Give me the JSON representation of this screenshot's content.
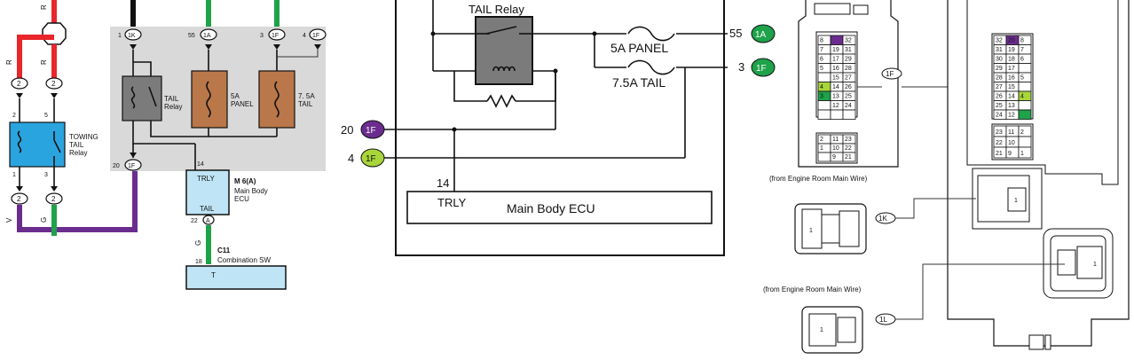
{
  "left": {
    "wire_r1": "R",
    "wire_r2": "R",
    "wire_r3": "R",
    "wire_v": "V",
    "wire_g1": "G",
    "wire_g2": "G",
    "conn_2": "2",
    "towing_relay": [
      "TOWING",
      "TAIL",
      "Relay"
    ],
    "pin_2": "2",
    "pin_5": "5",
    "pin_1": "1",
    "pin_3": "3",
    "pin_20": "20",
    "pin_22": "22",
    "pin_14": "14",
    "pin_18": "18",
    "pin_1k": "1",
    "pin_55": "55",
    "pin_3f": "3",
    "pin_4": "4",
    "badge_1k": "1K",
    "badge_1a": "1A",
    "badge_1f": "1F",
    "badge_a": "A",
    "tail_relay": [
      "TAIL",
      "Relay"
    ],
    "fuse_5a": [
      "5A",
      "PANEL"
    ],
    "fuse_75a": [
      "7. 5A",
      "TAIL"
    ],
    "trly": "TRLY",
    "tail": "TAIL",
    "ecu_ref": "M 6(A)",
    "ecu_name": [
      "Main Body",
      "ECU"
    ],
    "c11": "C11",
    "combo_sw": "Combination SW",
    "t": "T"
  },
  "middle": {
    "tail_relay": "TAIL Relay",
    "fuse_5a": "5A PANEL",
    "fuse_75a": "7.5A TAIL",
    "pin_55": "55",
    "pin_3": "3",
    "pin_20": "20",
    "pin_4": "4",
    "badge_1a": "1A",
    "badge_1f": "1F",
    "pin_14": "14",
    "trly": "TRLY",
    "ecu": "Main Body ECU"
  },
  "right": {
    "from_engine_1": "(from Engine Room Main Wire)",
    "from_engine_2": "(from Engine Room Main Wire)",
    "label_1f": "1F",
    "label_1k": "1K",
    "label_1l": "1L",
    "pin_1": "1"
  },
  "colors": {
    "red": "#e8262b",
    "green": "#1ea24a",
    "purple": "#6b2c8f",
    "blue": "#2aa4de",
    "fuse": "#b9774a",
    "relay": "#7b7b7b",
    "panel": "#d9d9d9",
    "lime": "#a8d63a"
  }
}
